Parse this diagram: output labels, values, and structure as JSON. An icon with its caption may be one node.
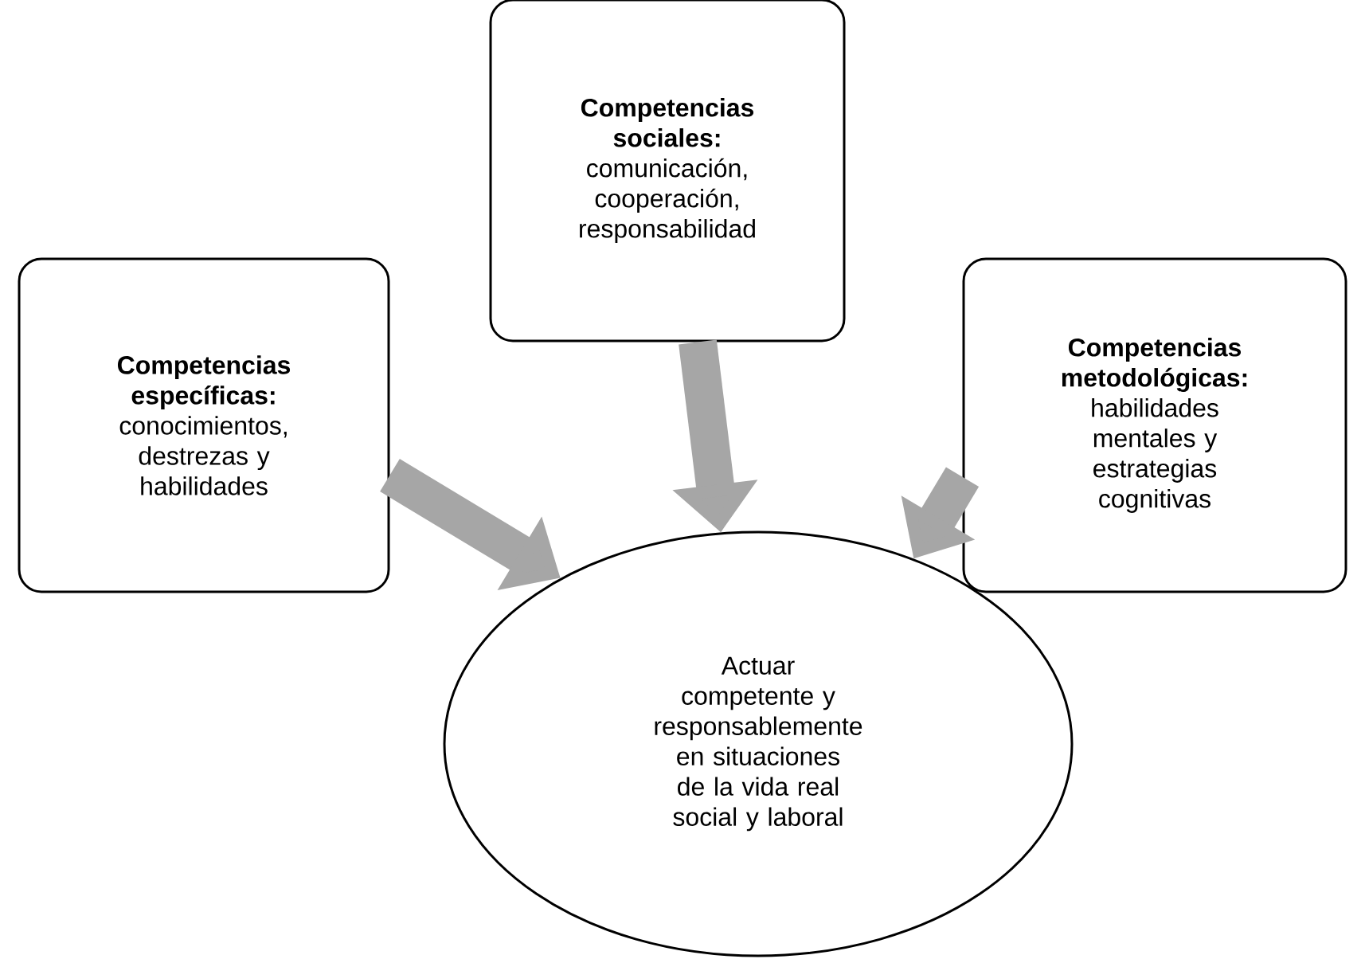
{
  "diagram": {
    "nodes": [
      {
        "text": [
          "Competencias específicas:",
          "conocimientos, destrezas y habilidades"
        ]
      },
      {
        "text": [
          "Competencias sociales:",
          "comunicación, cooperación, responsabilidad"
        ]
      },
      {
        "text": [
          "Competencias metodológicas:",
          "habilidades mentales y estrategias cognitivas"
        ]
      },
      {
        "text": [
          "Actuar competente y responsablemente en situaciones de la vida real social y laboral"
        ]
      }
    ],
    "edges": [
      {
        "from": 0,
        "to": 3,
        "arrow": "to"
      },
      {
        "from": 1,
        "to": 3,
        "arrow": "to"
      },
      {
        "from": 2,
        "to": 3,
        "arrow": "to"
      }
    ]
  }
}
